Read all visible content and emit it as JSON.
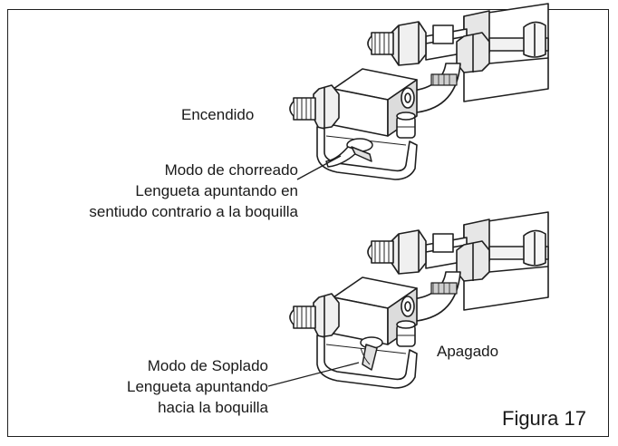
{
  "figure": {
    "number_label": "Figura 17"
  },
  "top_valve": {
    "state_label": "Encendido",
    "mode_lines": [
      "Modo de chorreado",
      "Lengueta apuntando en",
      "sentiudo contrario a la boquilla"
    ]
  },
  "bottom_valve": {
    "state_label": "Apagado",
    "mode_lines": [
      "Modo de Soplado",
      "Lengueta apuntando",
      "hacia la boquilla"
    ]
  },
  "colors": {
    "line": "#1f1f1f",
    "shade": "#dcdcdc",
    "paper": "#ffffff"
  }
}
